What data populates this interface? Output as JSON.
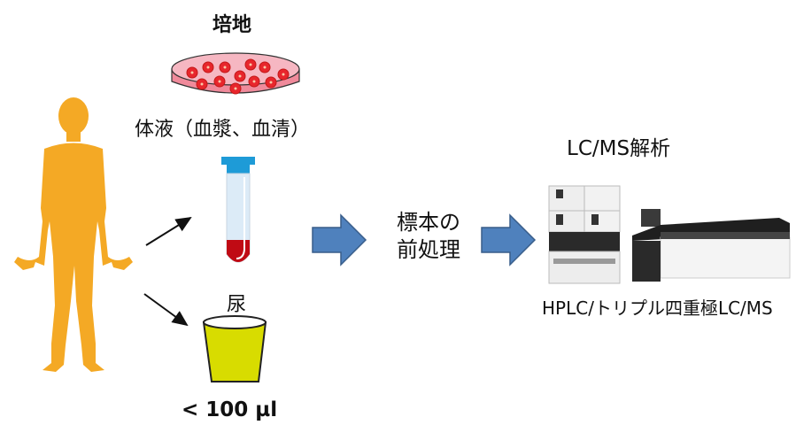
{
  "labels": {
    "culture_medium": "培地",
    "body_fluid": "体液（血漿、血清）",
    "urine": "尿",
    "volume": "< 100 µl",
    "pretreatment_line1": "標本の",
    "pretreatment_line2": "前処理",
    "lcms_analysis": "LC/MS解析",
    "instrument": "HPLC/トリプル四重極LC/MS"
  },
  "colors": {
    "human": "#F4A925",
    "arrow_fill": "#4F81BD",
    "arrow_stroke": "#385D8A",
    "dish_fill": "#F08A9B",
    "cell": "#E8262C",
    "blood": "#C00A14",
    "tube_cap": "#1E9BD7",
    "cup_fill": "#D8DC00"
  },
  "icons": [
    "human-silhouette-icon",
    "petri-dish-icon",
    "test-tube-icon",
    "urine-cup-icon",
    "lcms-instrument-icon"
  ]
}
